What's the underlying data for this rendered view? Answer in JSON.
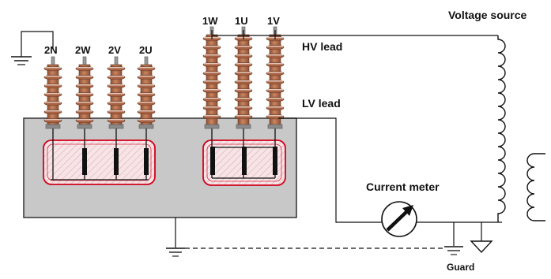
{
  "labels": {
    "voltage_source": "Voltage source",
    "hv_lead": "HV lead",
    "lv_lead": "LV lead",
    "current_meter": "Current meter",
    "guard": "Guard"
  },
  "lv_bushings": [
    "2N",
    "2W",
    "2V",
    "2U"
  ],
  "hv_bushings": [
    "1W",
    "1U",
    "1V"
  ],
  "colors": {
    "tank": "#c8c8c8",
    "porcelain": "#b9704c",
    "winding_outline": "#d0021b",
    "conductor": "#111111"
  }
}
